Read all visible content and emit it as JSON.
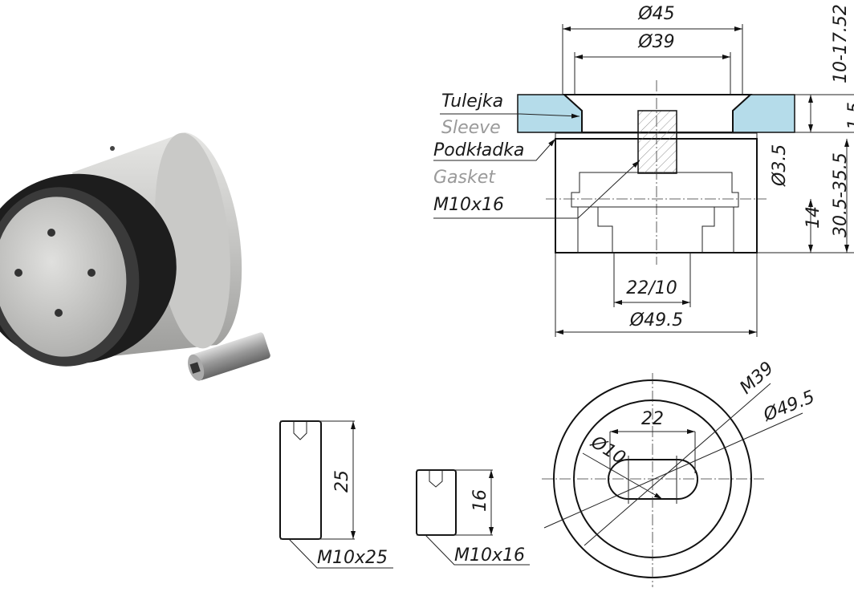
{
  "section_view": {
    "labels": {
      "sleeve_pl": "Tulejka",
      "sleeve_en": "Sleeve",
      "gasket_pl": "Podkładka",
      "gasket_en": "Gasket",
      "screw": "M10x16"
    },
    "dimensions": {
      "outer_top": "Ø45",
      "inner_top": "Ø39",
      "slot": "22/10",
      "body": "Ø49.5",
      "glass_thickness": "10-17.52",
      "gasket_thickness": "1.5",
      "hole": "Ø3.5",
      "hole_height": "14",
      "total_height": "30.5-35.5"
    },
    "colors": {
      "glass": "#b5dcea"
    }
  },
  "screws": [
    {
      "length_dim": "25",
      "label": "M10x25"
    },
    {
      "length_dim": "16",
      "label": "M10x16"
    }
  ],
  "top_view": {
    "dimensions": {
      "slot_length": "22",
      "slot_width": "Ø10",
      "thread": "M39",
      "outer": "Ø49.5"
    }
  }
}
